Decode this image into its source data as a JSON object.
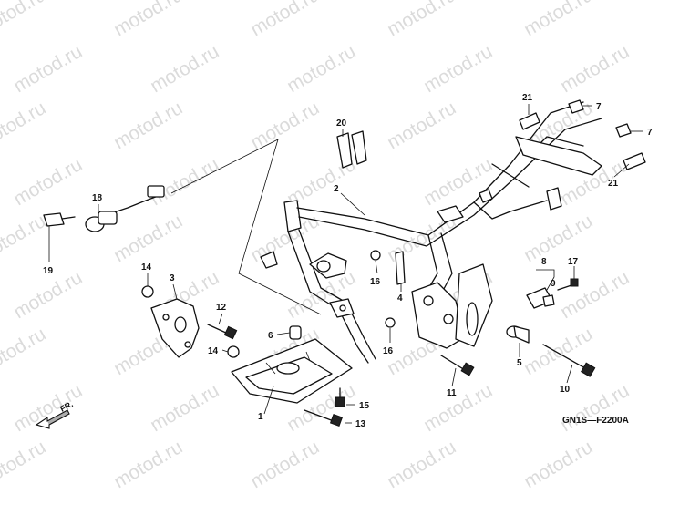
{
  "watermark": "motod.ru",
  "diagram_code": "GN1S—F2200A",
  "direction_label": "FR.",
  "callouts": [
    {
      "id": "p1",
      "label": "1"
    },
    {
      "id": "p2",
      "label": "2"
    },
    {
      "id": "p3",
      "label": "3"
    },
    {
      "id": "p4",
      "label": "4"
    },
    {
      "id": "p5",
      "label": "5"
    },
    {
      "id": "p6",
      "label": "6"
    },
    {
      "id": "p7a",
      "label": "7"
    },
    {
      "id": "p7b",
      "label": "7"
    },
    {
      "id": "p8",
      "label": "8"
    },
    {
      "id": "p9",
      "label": "9"
    },
    {
      "id": "p10",
      "label": "10"
    },
    {
      "id": "p11",
      "label": "11"
    },
    {
      "id": "p12",
      "label": "12"
    },
    {
      "id": "p13",
      "label": "13"
    },
    {
      "id": "p14a",
      "label": "14"
    },
    {
      "id": "p14b",
      "label": "14"
    },
    {
      "id": "p15",
      "label": "15"
    },
    {
      "id": "p16a",
      "label": "16"
    },
    {
      "id": "p16b",
      "label": "16"
    },
    {
      "id": "p17",
      "label": "17"
    },
    {
      "id": "p18",
      "label": "18"
    },
    {
      "id": "p19",
      "label": "19"
    },
    {
      "id": "p20",
      "label": "20"
    },
    {
      "id": "p21a",
      "label": "21"
    },
    {
      "id": "p21b",
      "label": "21"
    }
  ]
}
